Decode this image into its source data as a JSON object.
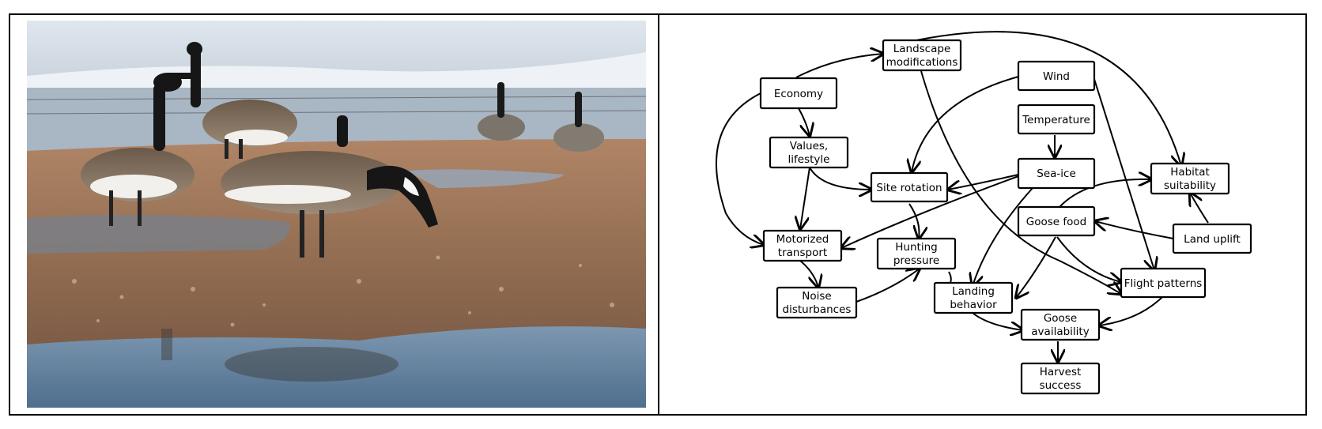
{
  "photo": {
    "description_icon": "geese-photo"
  },
  "diagram": {
    "nodes": {
      "landscape": [
        "Landscape",
        "modifications"
      ],
      "economy": [
        "Economy"
      ],
      "wind": [
        "Wind"
      ],
      "temperature": [
        "Temperature"
      ],
      "values": [
        "Values,",
        "lifestyle"
      ],
      "site_rotation": [
        "Site rotation"
      ],
      "sea_ice": [
        "Sea-ice"
      ],
      "habitat": [
        "Habitat",
        "suitability"
      ],
      "goose_food": [
        "Goose food"
      ],
      "land_uplift": [
        "Land uplift"
      ],
      "motorized": [
        "Motorized",
        "transport"
      ],
      "hunting": [
        "Hunting",
        "pressure"
      ],
      "flight": [
        "Flight patterns"
      ],
      "noise": [
        "Noise",
        "disturbances"
      ],
      "landing": [
        "Landing",
        "behavior"
      ],
      "goose_avail": [
        "Goose",
        "availability"
      ],
      "harvest": [
        "Harvest",
        "success"
      ]
    }
  }
}
